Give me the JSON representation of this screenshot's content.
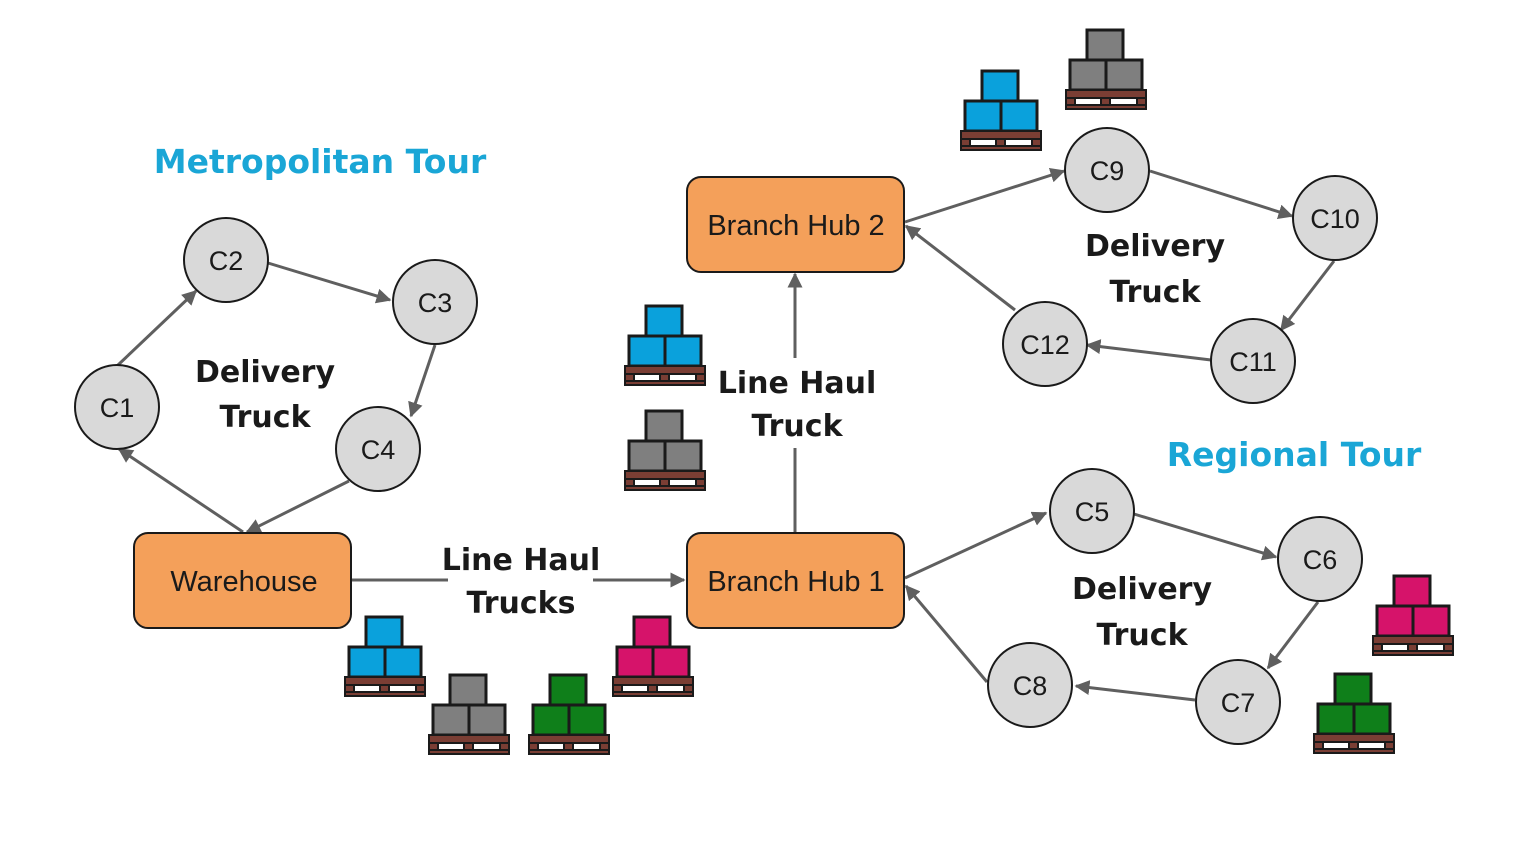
{
  "tours": {
    "metropolitan": "Metropolitan Tour",
    "regional": "Regional Tour"
  },
  "hubs": {
    "warehouse": "Warehouse",
    "branch_hub_1": "Branch Hub 1",
    "branch_hub_2": "Branch Hub 2"
  },
  "customers": {
    "c1": "C1",
    "c2": "C2",
    "c3": "C3",
    "c4": "C4",
    "c5": "C5",
    "c6": "C6",
    "c7": "C7",
    "c8": "C8",
    "c9": "C9",
    "c10": "C10",
    "c11": "C11",
    "c12": "C12"
  },
  "labels": {
    "delivery": "Delivery",
    "truck": "Truck",
    "line_haul": "Line Haul",
    "trucks": "Trucks"
  },
  "colors": {
    "hub_fill": "#F4A05A",
    "node_fill": "#D9D9D9",
    "tour_text": "#1AA6D6",
    "pallet_blue": "#0AA1DC",
    "pallet_gray": "#7F7F7F",
    "pallet_green": "#0F7F1A",
    "pallet_magenta": "#D6136A",
    "pallet_base": "#7A3E34"
  },
  "icons": {
    "pallet": "pallet-icon"
  }
}
